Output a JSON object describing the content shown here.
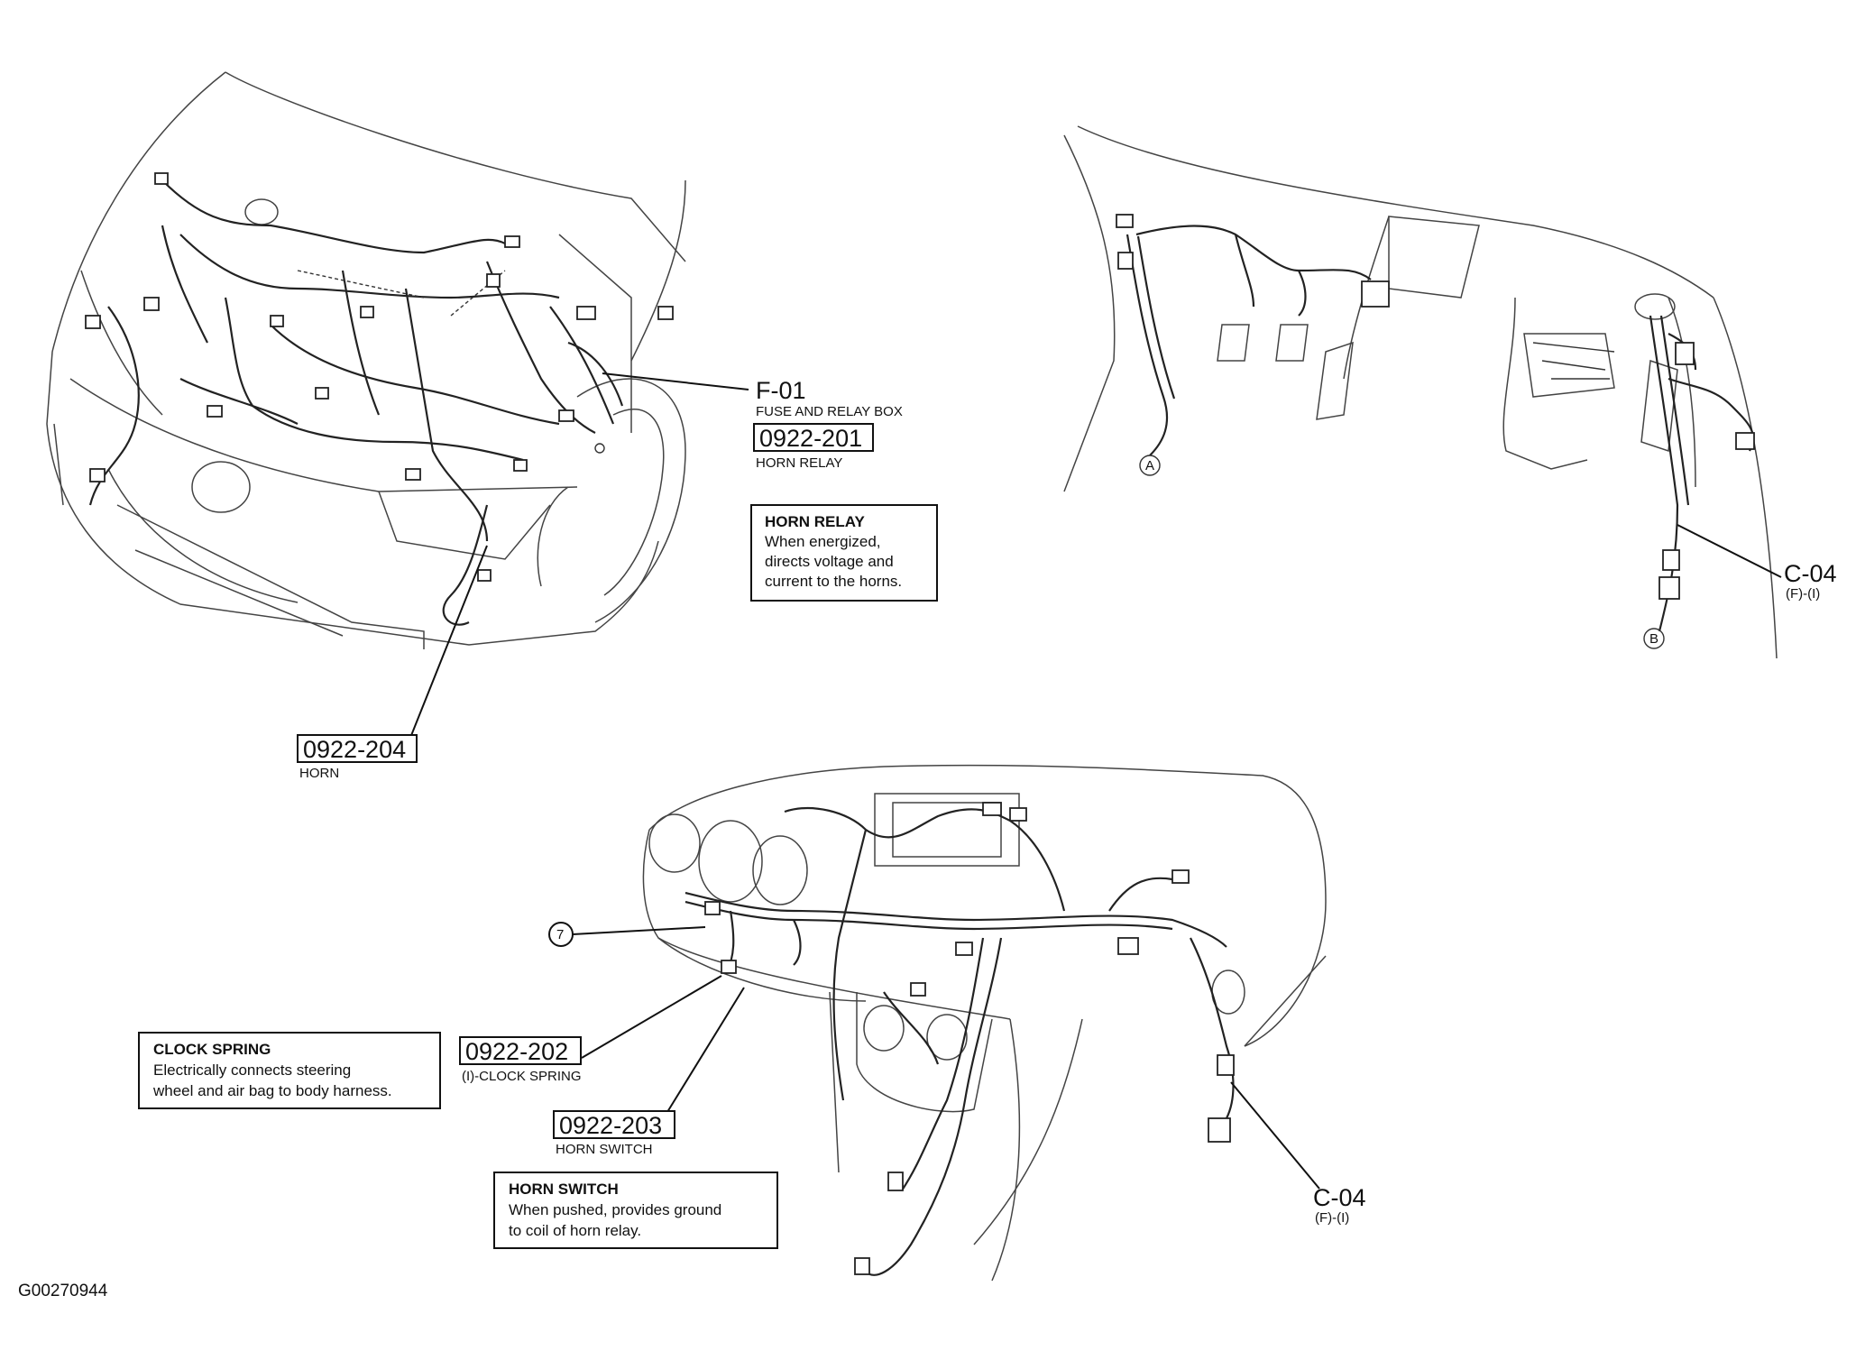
{
  "engine_view": {
    "f01_code": "F-01",
    "f01_name": "FUSE AND RELAY BOX",
    "relay_code": "0922-201",
    "relay_name": "HORN RELAY",
    "relay_info_title": "HORN RELAY",
    "relay_info_lines": [
      "When energized,",
      "directs voltage and",
      "current to the horns."
    ],
    "horn_code": "0922-204",
    "horn_name": "HORN"
  },
  "interior_view": {
    "marker_a": "A",
    "marker_b": "B",
    "c04_code": "C-04",
    "c04_sub": "(F)-(I)"
  },
  "dash_view": {
    "callout_7": "7",
    "clock_code": "0922-202",
    "clock_name": "(I)-CLOCK SPRING",
    "clock_info_title": "CLOCK SPRING",
    "clock_info_lines": [
      "Electrically connects steering",
      "wheel and air bag to body harness."
    ],
    "switch_code": "0922-203",
    "switch_name": "HORN SWITCH",
    "switch_info_title": "HORN SWITCH",
    "switch_info_lines": [
      "When pushed, provides ground",
      "to coil of horn relay."
    ],
    "c04_code": "C-04",
    "c04_sub": "(F)-(I)"
  },
  "figure_id": "G00270944"
}
